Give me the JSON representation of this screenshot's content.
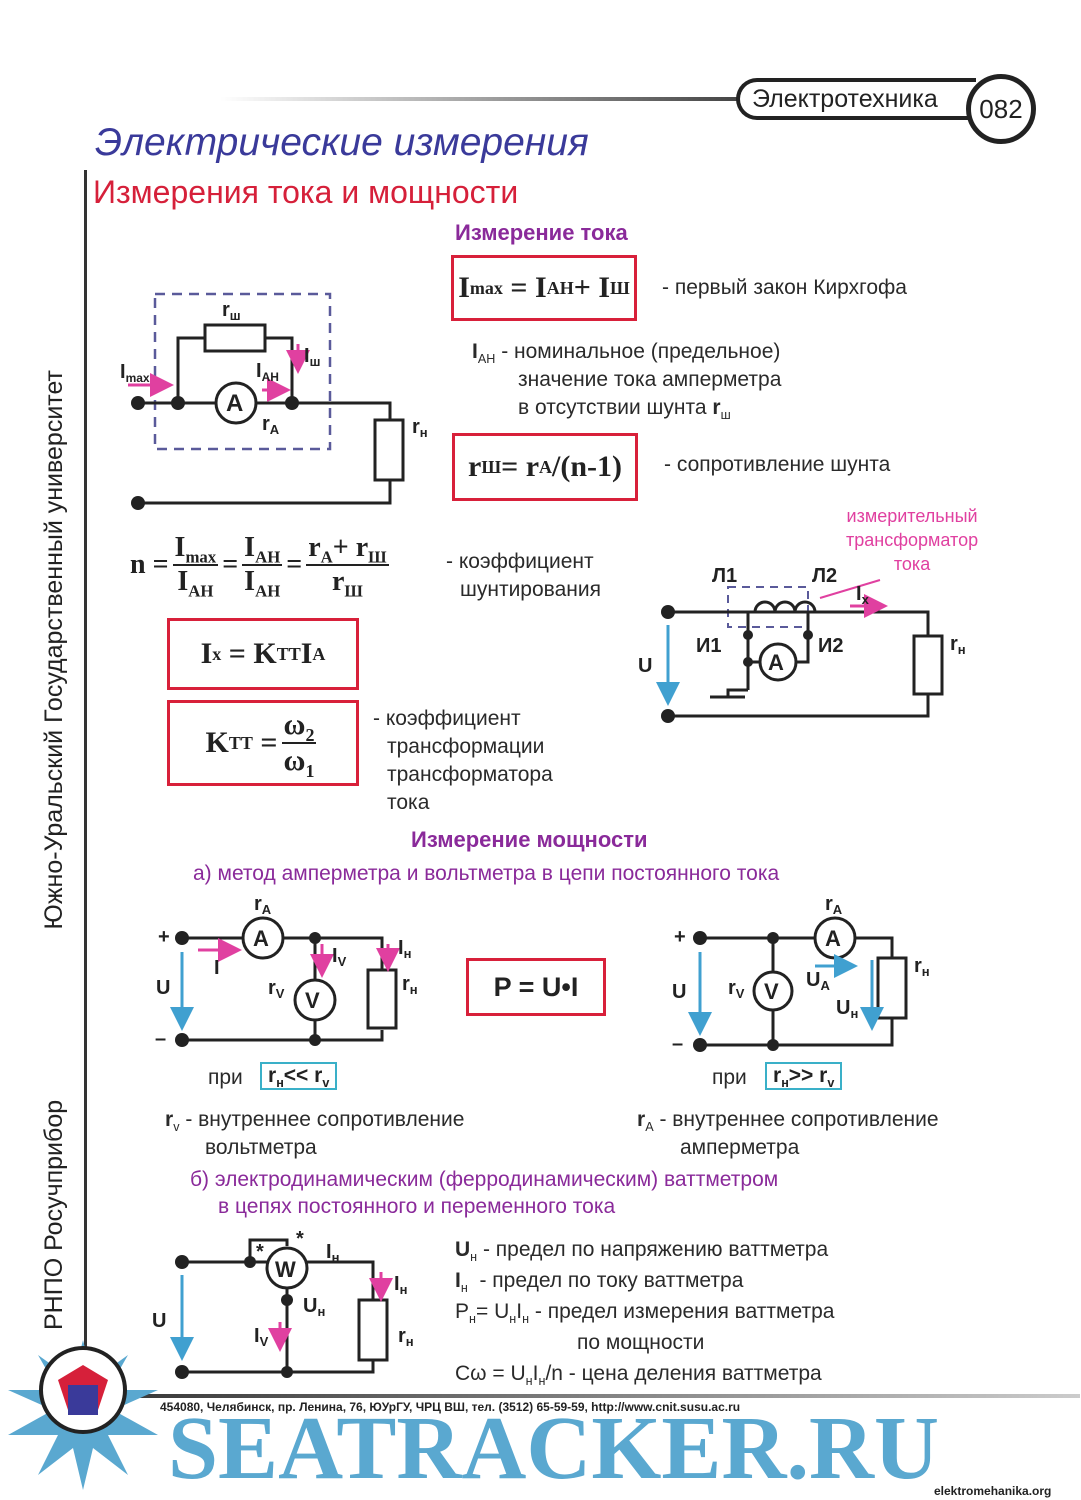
{
  "header": {
    "subject": "Электротехника",
    "page_number": "082"
  },
  "title": "Электрические измерения",
  "subtitle": "Измерения тока и мощности",
  "sidebar": {
    "publisher": "РНПО Росучприбор",
    "university": "Южно-Уральский Государственный университет"
  },
  "current": {
    "heading": "Измерение тока",
    "kirchhoff_formula": {
      "i": "I",
      "max": "max",
      "eq": "=",
      "ian": "I",
      "ah": "АН",
      "plus": "+",
      "ish": "I",
      "sh": "Ш"
    },
    "kirchhoff_note": "- первый закон Кирхгофа",
    "ian_note_symbol": "I",
    "ian_note_sub": "АН",
    "ian_note_lines": [
      "- номинальное (предельное)",
      "значение тока амперметра",
      "в отсутствии шунта"
    ],
    "ian_note_r": "r",
    "ian_note_r_sub": "ш",
    "shunt_formula": {
      "r": "r",
      "sh": "Ш",
      "eq": "= r",
      "a": "А",
      "rest": "/(n-1)"
    },
    "shunt_note": "- сопротивление шунта",
    "n_formula": {
      "n": "n =",
      "imax": "I",
      "max": "max",
      "ian": "I",
      "ah": "АН",
      "ian2": "I",
      "ah2": "АН",
      "ian3": "I",
      "ah3": "АН",
      "ra": "r",
      "a": "А",
      "plus": "+ r",
      "sh": "Ш",
      "rsh": "r",
      "sh2": "Ш",
      "eq": "="
    },
    "n_note": [
      "- коэффициент",
      "шунтирования"
    ],
    "ix_formula": {
      "i": "I",
      "x": "x",
      "eq": "= K",
      "tt": "ТТ",
      "ia": "I",
      "a": "A"
    },
    "ktt_formula": {
      "k": "K",
      "tt": "ТТ",
      "eq": "=",
      "w2": "ω",
      "two": "2",
      "w1": "ω",
      "one": "1"
    },
    "ktt_note": [
      "- коэффициент",
      "трансформации",
      "трансформатора",
      "тока"
    ],
    "transformer_label": [
      "измерительный",
      "трансформатор",
      "тока"
    ],
    "circuit1": {
      "rsh": "r",
      "rsh_s": "ш",
      "ish": "I",
      "ish_s": "ш",
      "imax": "I",
      "imax_s": "max",
      "ian": "I",
      "ian_s": "АН",
      "a": "A",
      "ra": "r",
      "ra_s": "А",
      "rn": "r",
      "rn_s": "н"
    },
    "circuit2": {
      "l1": "Л1",
      "l2": "Л2",
      "i1": "И1",
      "i2": "И2",
      "ix": "I",
      "ix_s": "x",
      "u": "U",
      "a": "A",
      "rn": "r",
      "rn_s": "н"
    }
  },
  "power": {
    "heading": "Измерение мощности",
    "method_a": "а) метод амперметра и вольтметра в цепи постоянного тока",
    "formula": "P = U•I",
    "circuit_left": {
      "plus": "+",
      "minus": "–",
      "u": "U",
      "i": "I",
      "a": "A",
      "v": "V",
      "ra": "r",
      "ra_s": "А",
      "rv": "r",
      "rv_s": "V",
      "iv": "I",
      "iv_s": "V",
      "in": "I",
      "in_s": "н",
      "rn": "r",
      "rn_s": "н"
    },
    "circuit_right": {
      "plus": "+",
      "minus": "–",
      "u": "U",
      "a": "A",
      "v": "V",
      "ra": "r",
      "ra_s": "А",
      "rv": "r",
      "rv_s": "V",
      "ua": "U",
      "ua_s": "А",
      "un": "U",
      "un_s": "н",
      "rn": "r",
      "rn_s": "н"
    },
    "cond_left": {
      "pri": "при",
      "r": "r",
      "s1": "н",
      "op": "<< r",
      "s2": "v"
    },
    "cond_right": {
      "pri": "при",
      "r": "r",
      "s1": "н",
      "op": ">> r",
      "s2": "v"
    },
    "rv_note": {
      "sym": "r",
      "sub": "v",
      "lines": [
        "- внутреннее сопротивление",
        "вольтметра"
      ]
    },
    "ra_note": {
      "sym": "r",
      "sub": "А",
      "lines": [
        "- внутреннее сопротивление",
        "амперметра"
      ]
    },
    "method_b": [
      "б) электродинамическим (ферродинамическим) ваттметром",
      "в цепях постоянного и переменного тока"
    ],
    "wattmeter_notes": [
      {
        "sym": "U",
        "sub": "н",
        "text": "- предел по напряжению ваттметра"
      },
      {
        "sym": "I",
        "sub": "н",
        "text": "- предел по току ваттметра"
      },
      {
        "sym": "P",
        "sub": "н",
        "text": "= U",
        "sub2": "н",
        "sym2": "I",
        "sub3": "н",
        "text2": "- предел измерения ваттметра"
      },
      {
        "text": "по мощности"
      },
      {
        "sym": "Cω = U",
        "sub": "н",
        "sym2": "I",
        "sub2": "н",
        "text": "/n  - цена деления ваттметра"
      }
    ],
    "circuit_w": {
      "w": "W",
      "star1": "*",
      "star2": "*",
      "u": "U",
      "in": "I",
      "in_s": "н",
      "in2": "I",
      "in2_s": "н",
      "un": "U",
      "un_s": "н",
      "iv": "I",
      "iv_s": "V",
      "rn": "r",
      "rn_s": "н"
    }
  },
  "footer": {
    "address": "454080, Челябинск, пр. Ленина, 76, ЮУрГУ, ЧРЦ ВШ, тел. (3512) 65-59-59, http://www.cnit.susu.ac.ru",
    "watermark": "SEATRACKER.RU",
    "site": "elektromehanika.org"
  },
  "colors": {
    "title": "#3a3a9a",
    "subtitle": "#d6203a",
    "heading": "#8a2a9a",
    "formula_border": "#d8203a",
    "condition_border": "#3ab0c8",
    "arrow_current": "#e040a0",
    "arrow_voltage": "#40a0d0",
    "watermark": "#5aa8d0"
  }
}
